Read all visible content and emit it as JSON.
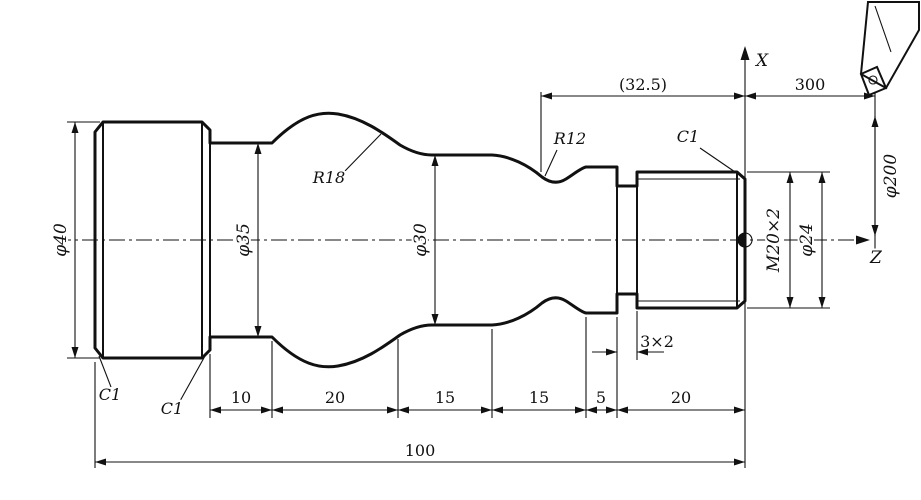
{
  "axis": {
    "x_label": "X",
    "z_label": "Z"
  },
  "dims": {
    "d40": "φ40",
    "d35": "φ35",
    "d30": "φ30",
    "d24": "φ24",
    "d200": "φ200",
    "thread": "M20×2",
    "r18": "R18",
    "r12": "R12",
    "c1": "C1",
    "groove": "3×2",
    "ref": "(32.5)",
    "len300": "300",
    "total": "100",
    "seg": {
      "s1": "10",
      "s2": "20",
      "s3": "15",
      "s4": "15",
      "s5": "5",
      "s6": "20"
    }
  }
}
